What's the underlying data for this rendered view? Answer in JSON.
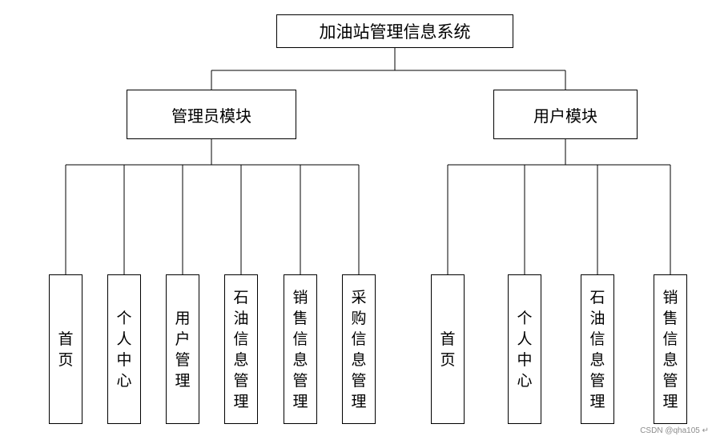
{
  "root": {
    "label": "加油站管理信息系统"
  },
  "modules": [
    {
      "label": "管理员模块",
      "children": [
        "首页",
        "个人中心",
        "用户管理",
        "石油信息管理",
        "销售信息管理",
        "采购信息管理"
      ]
    },
    {
      "label": "用户模块",
      "children": [
        "首页",
        "个人中心",
        "石油信息管理",
        "销售信息管理"
      ]
    }
  ],
  "watermark": "CSDN @qha105 ↵"
}
